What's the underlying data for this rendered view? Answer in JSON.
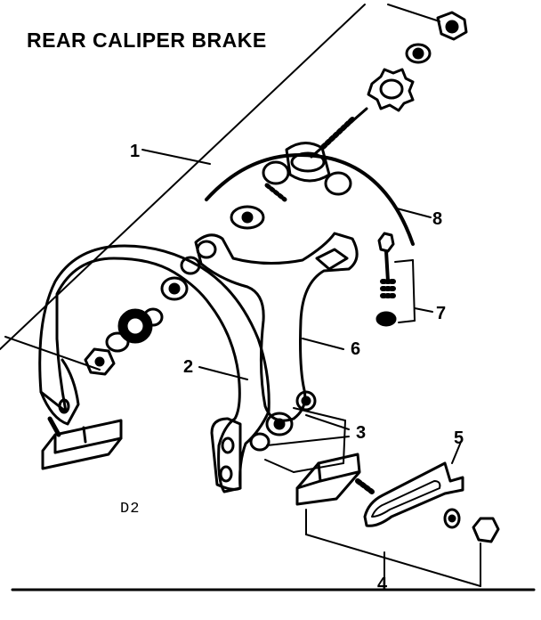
{
  "diagram": {
    "title": "REAR CALIPER BRAKE",
    "code": "D2",
    "callouts": [
      {
        "id": "1",
        "label": "1"
      },
      {
        "id": "2",
        "label": "2"
      },
      {
        "id": "3",
        "label": "3"
      },
      {
        "id": "4",
        "label": "4"
      },
      {
        "id": "5",
        "label": "5"
      },
      {
        "id": "6",
        "label": "6"
      },
      {
        "id": "7",
        "label": "7"
      },
      {
        "id": "8",
        "label": "8"
      }
    ]
  },
  "colors": {
    "ink": "#000000",
    "paper": "#ffffff"
  }
}
